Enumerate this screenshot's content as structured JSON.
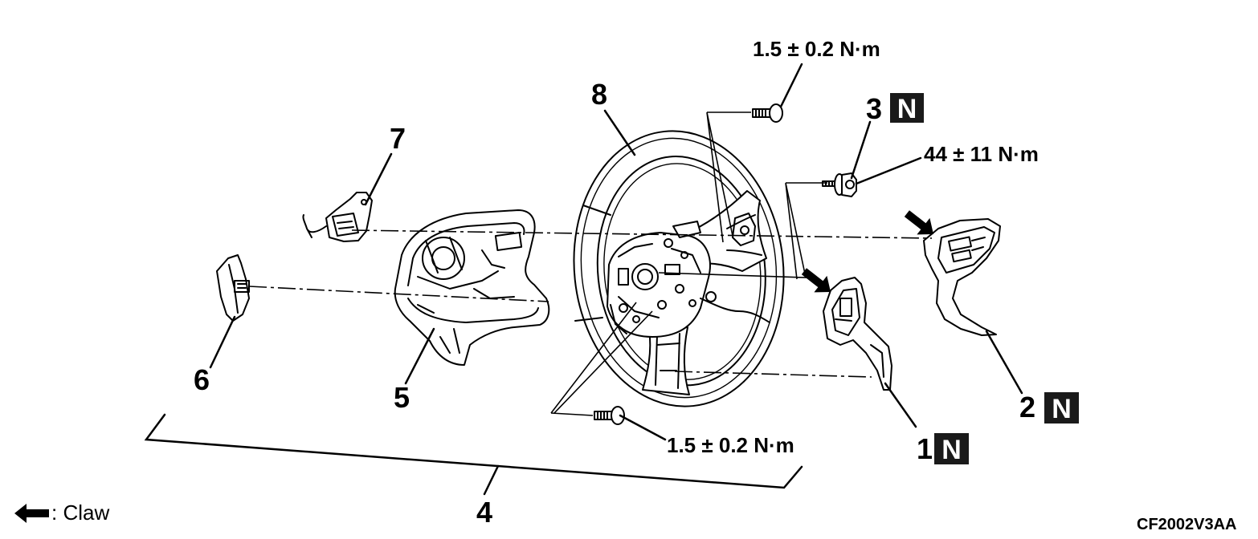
{
  "callouts": {
    "item_1": "1",
    "item_2": "2",
    "item_3": "3",
    "item_4": "4",
    "item_5": "5",
    "item_6": "6",
    "item_7": "7",
    "item_8": "8"
  },
  "badges": {
    "item_1": "N",
    "item_2": "N",
    "item_3": "N"
  },
  "torque_specs": {
    "upper_screw": "1.5 ± 0.2 N·m",
    "nut": "44 ± 11 N·m",
    "lower_screw": "1.5 ± 0.2 N·m"
  },
  "legend": {
    "icon": "claw-arrow-icon",
    "label": ": Claw"
  },
  "figure_id": "CF2002V3AA",
  "colors": {
    "background": "#ffffff",
    "ink": "#000000",
    "badge_background": "#1a1a1a",
    "badge_text": "#ffffff"
  }
}
